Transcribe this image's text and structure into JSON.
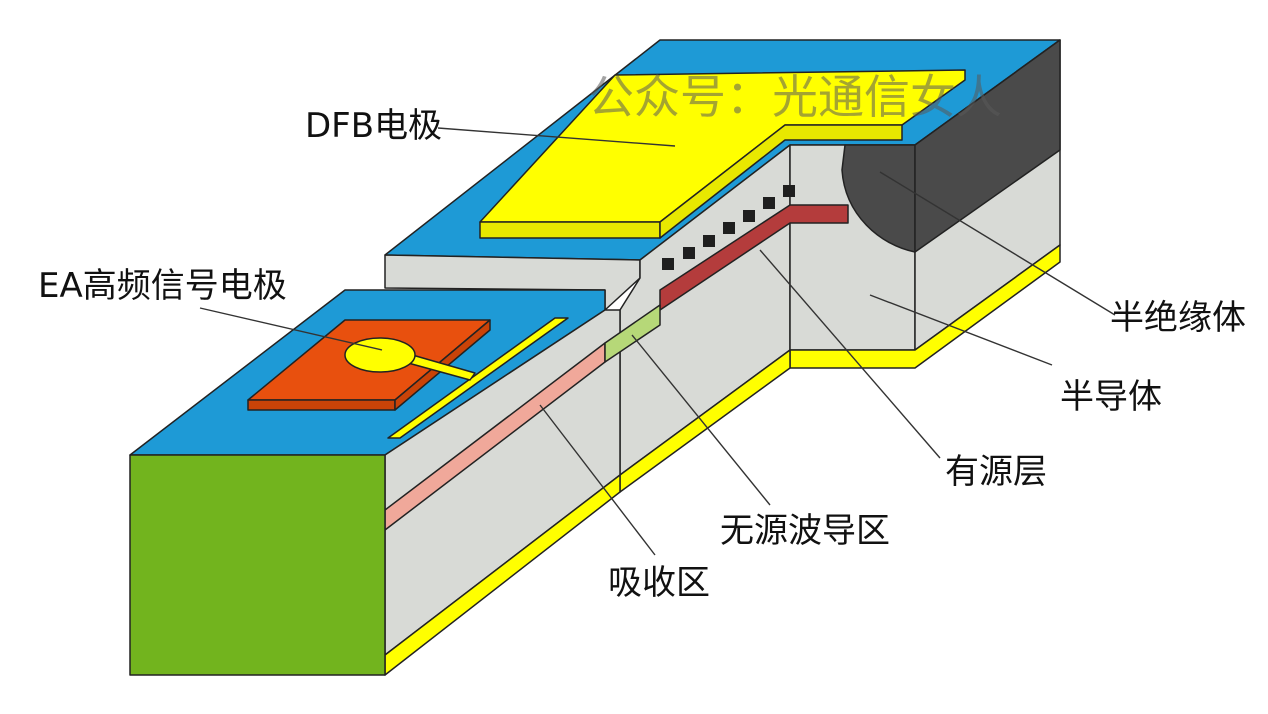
{
  "watermark": "公众号：光通信女人",
  "labels": {
    "dfb_electrode": "DFB电极",
    "ea_electrode": "EA高频信号电极",
    "semi_insulator": "半绝缘体",
    "semiconductor": "半导体",
    "active_layer": "有源层",
    "passive_waveguide": "无源波导区",
    "absorption_region": "吸收区"
  },
  "colors": {
    "top_surface": "#1e9ad6",
    "electrode_yellow": "#ffff00",
    "ea_pad": "#e8500e",
    "front_face": "#72b41e",
    "semiconductor_body": "#d8dad6",
    "semi_insulator": "#4a4a4a",
    "active_layer": "#b43c3c",
    "absorption_layer": "#f0a89a",
    "passive_layer": "#b6d878",
    "grating": "#1f1f1f"
  }
}
